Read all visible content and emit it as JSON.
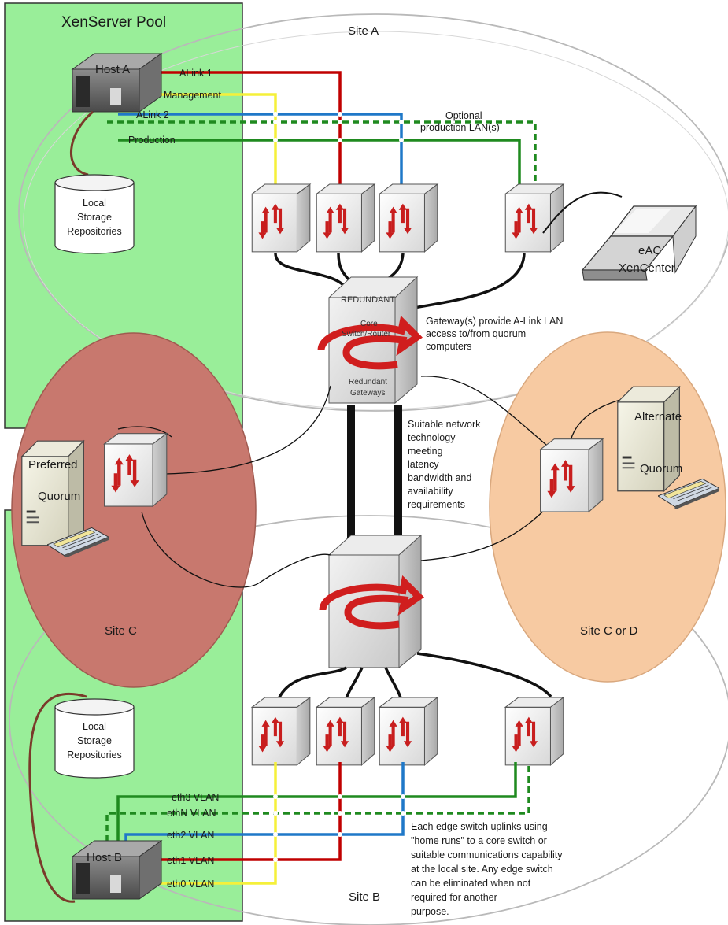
{
  "pool": {
    "title": "XenServer Pool"
  },
  "sites": {
    "a": "Site A",
    "b": "Site B",
    "c": "Site C",
    "cd": "Site C or D"
  },
  "hosts": {
    "a": "Host A",
    "b": "Host B"
  },
  "storage": {
    "line1": "Local",
    "line2": "Storage",
    "line3": "Repositories"
  },
  "links_a": {
    "alink1": "ALink 1",
    "management": "Management",
    "alink2": "ALink 2",
    "production": "Production"
  },
  "vlans_b": {
    "eth3": "eth3 VLAN",
    "ethN": "ethN VLAN",
    "eth2": "eth2 VLAN",
    "eth1": "eth1 VLAN",
    "eth0": "eth0 VLAN"
  },
  "optional": {
    "line1": "Optional",
    "line2": "production LAN(s)"
  },
  "xencenter": {
    "line1": "eAC",
    "line2": "XenCenter"
  },
  "core": {
    "redundant": "REDUNDANT",
    "core1": "Core",
    "core2": "Switch/Router",
    "gw1": "Redundant",
    "gw2": "Gateways"
  },
  "notes": {
    "gateway": [
      "Gateway(s) provide A-Link LAN",
      "access to/from  quorum",
      "computers"
    ],
    "network": [
      "Suitable network",
      "technology",
      "meeting",
      "latency",
      "bandwidth and",
      "availability",
      "requirements"
    ],
    "edge": [
      "Each edge switch uplinks using",
      "\"home runs\" to a core switch or",
      "suitable communications capability",
      "at the local site. Any edge switch",
      "can be eliminated when not",
      "required for another",
      "purpose."
    ]
  },
  "quorum": {
    "preferred1": "Preferred",
    "preferred2": "Quorum",
    "alternate1": "Alternate",
    "alternate2": "Quorum"
  },
  "colors": {
    "pool_green": "#99ee99",
    "site_c_red": "#c8786e",
    "site_cd_orange": "#f7caa2",
    "link_red": "#c00000",
    "link_yellow": "#f5f03a",
    "link_blue": "#1f78c8",
    "link_green": "#1f8a1f"
  }
}
